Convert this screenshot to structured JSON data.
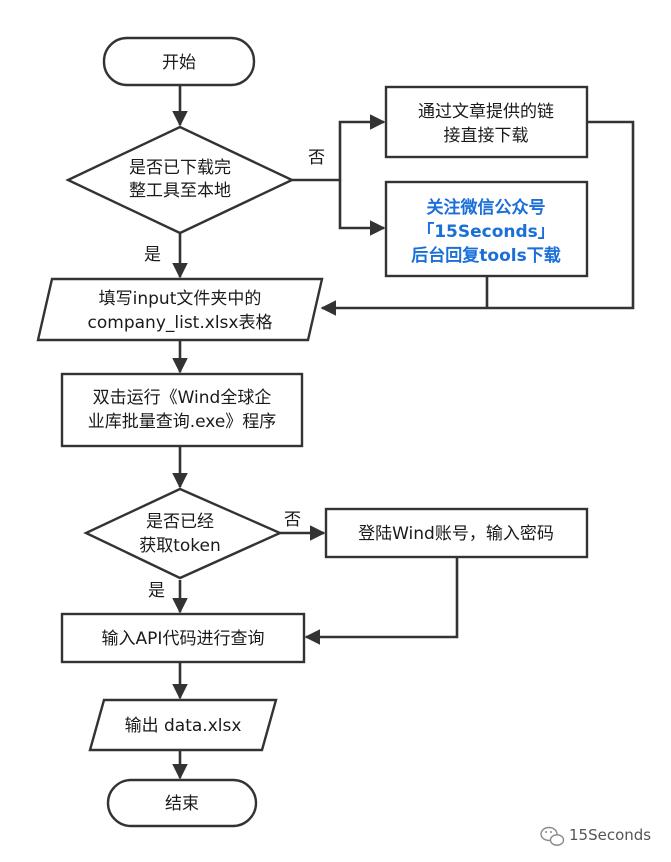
{
  "nodes": {
    "start": {
      "text": "开始"
    },
    "downloaded_check": {
      "lines": [
        "是否已下载完",
        "整工具至本地"
      ]
    },
    "download_link": {
      "lines": [
        "通过文章提供的链",
        "接直接下载"
      ]
    },
    "follow_wechat": {
      "lines": [
        "关注微信公众号",
        "「15Seconds」",
        "后台回复tools下载"
      ]
    },
    "fill_input": {
      "lines": [
        "填写input文件夹中的",
        "company_list.xlsx表格"
      ]
    },
    "run_program": {
      "lines": [
        "双击运行《Wind全球企",
        "业库批量查询.exe》程序"
      ]
    },
    "token_check": {
      "lines": [
        "是否已经",
        "获取token"
      ]
    },
    "login": {
      "text": "登陆Wind账号，输入密码"
    },
    "input_api": {
      "text": "输入API代码进行查询"
    },
    "output": {
      "text": "输出 data.xlsx"
    },
    "end": {
      "text": "结束"
    }
  },
  "edge_labels": {
    "downloaded_no": "否",
    "downloaded_yes": "是",
    "token_no": "否",
    "token_yes": "是"
  },
  "colors": {
    "highlight_text": "#1a6fd8",
    "stroke": "#333333"
  },
  "watermark": {
    "icon": "wechat-icon",
    "text": "15Seconds"
  }
}
